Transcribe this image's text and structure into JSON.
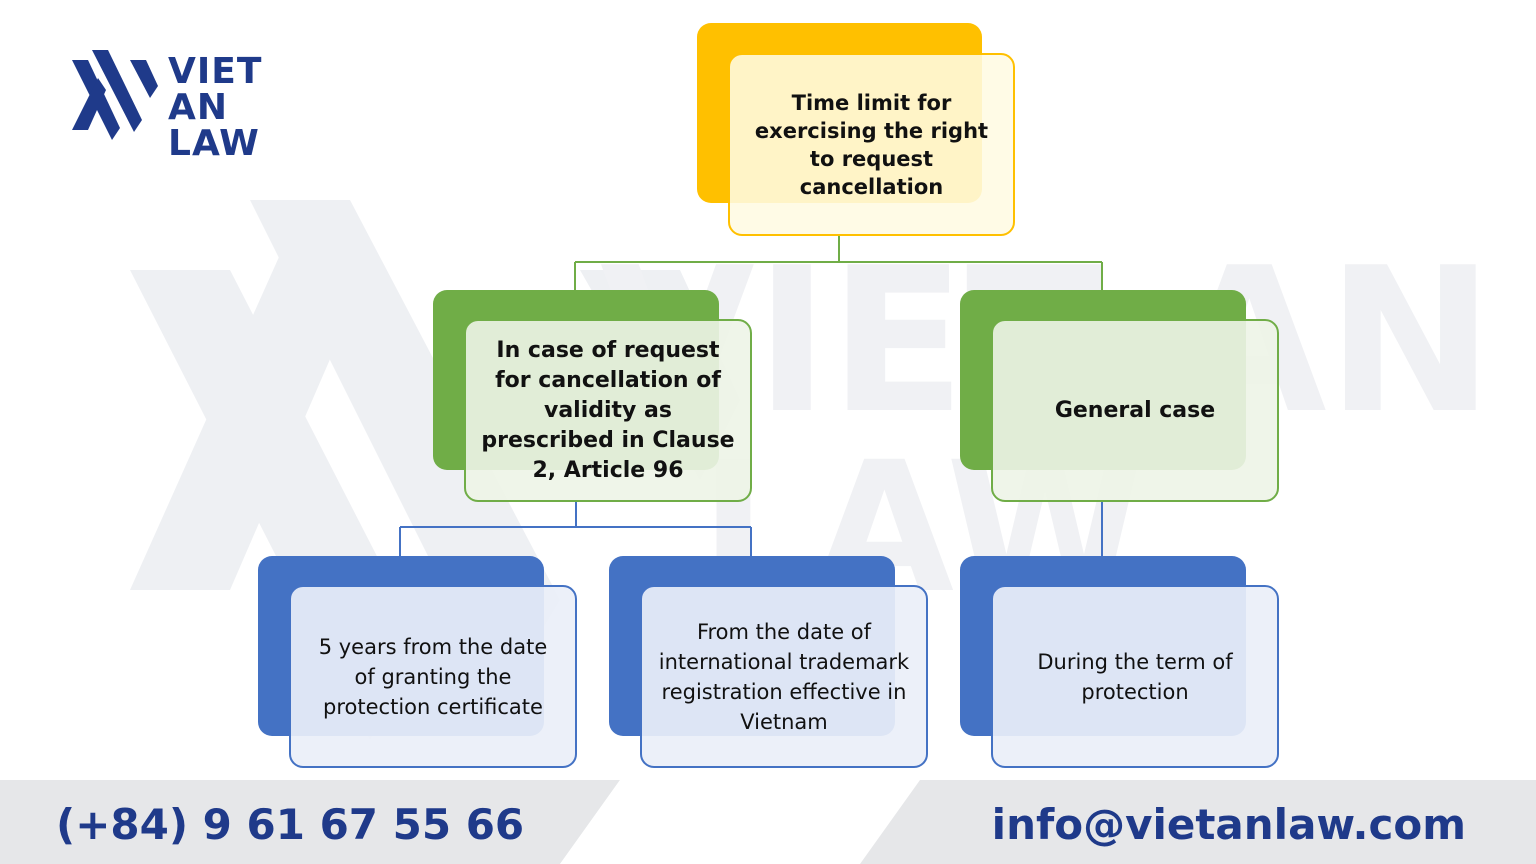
{
  "brand": {
    "logo_line1": "VIET AN",
    "logo_line2": "LAW",
    "color": "#1f3a8a"
  },
  "diagram": {
    "root": "Time limit for exercising the right to request cancellation",
    "branch_left": "In case of request for cancellation of validity as prescribed in Clause 2, Article 96",
    "branch_right": "General case",
    "leaf_1": "5 years from the date of granting the protection certificate",
    "leaf_2": "From the date of international trademark registration effective in Vietnam",
    "leaf_3": "During the term of protection",
    "colors": {
      "root": "#ffc000",
      "branch": "#70ad47",
      "leaf": "#4472c4"
    }
  },
  "footer": {
    "phone": "(+84) 9 61 67 55 66",
    "email": "info@vietanlaw.com"
  }
}
